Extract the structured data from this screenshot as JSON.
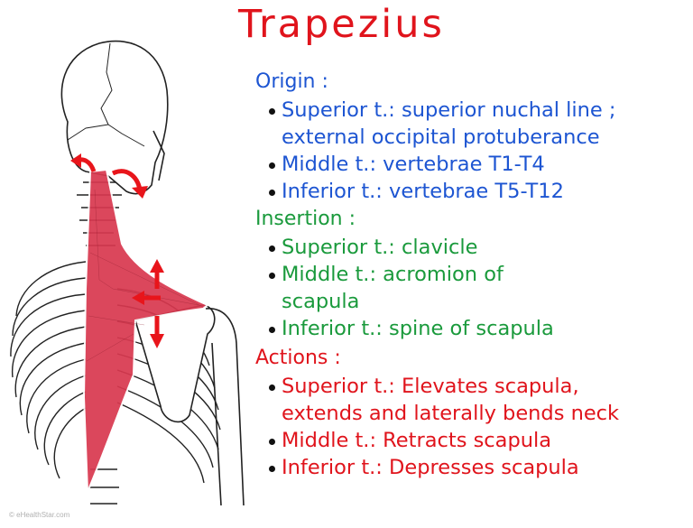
{
  "title": "Trapezius",
  "colors": {
    "title": "#e0141c",
    "origin": "#1d55d2",
    "insertion": "#1a9a3c",
    "actions": "#e0141c",
    "muscle": "#d9384f",
    "arrow": "#e8151b"
  },
  "illustration": {
    "label": "Posterior view of skeleton (skull, cervical spine, ribcage, scapula, humerus) with trapezius muscle highlighted in red",
    "icons": [
      "curved-arrow-left-icon",
      "curved-arrow-right-icon",
      "arrow-up-icon",
      "arrow-left-icon",
      "arrow-down-icon"
    ]
  },
  "sections": {
    "origin": {
      "heading": "Origin :",
      "items": [
        {
          "line1": "Superior t.: superior nuchal line ;",
          "line2": "external occipital protuberance"
        },
        {
          "line1": "Middle t.: vertebrae T1-T4"
        },
        {
          "line1": "Inferior t.: vertebrae T5-T12"
        }
      ]
    },
    "insertion": {
      "heading": "Insertion :",
      "items": [
        {
          "line1": "Superior t.: clavicle"
        },
        {
          "line1": "Middle t.: acromion of",
          "line2": "scapula"
        },
        {
          "line1": "Inferior t.: spine of scapula"
        }
      ]
    },
    "actions": {
      "heading": "Actions :",
      "items": [
        {
          "line1": "Superior t.: Elevates scapula,",
          "line2": "extends and laterally bends neck"
        },
        {
          "line1": "Middle t.: Retracts scapula"
        },
        {
          "line1": "Inferior t.: Depresses scapula"
        }
      ]
    }
  },
  "credit": "© eHealthStar.com"
}
